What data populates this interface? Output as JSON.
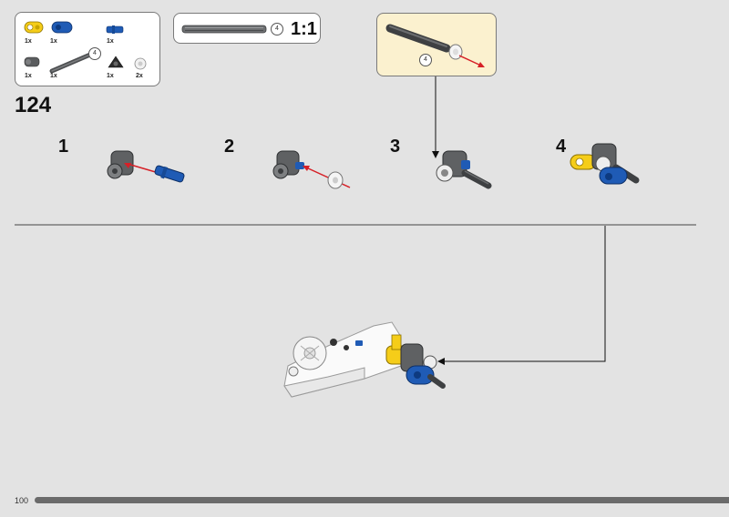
{
  "step": "124",
  "page": "100",
  "parts_list": [
    {
      "name": "yellow-connector",
      "qty": "1x",
      "color": "#f5cd19"
    },
    {
      "name": "blue-connector",
      "qty": "1x",
      "color": "#1f5bb5"
    },
    {
      "name": "blue-pin",
      "qty": "1x",
      "color": "#1f5bb5"
    },
    {
      "name": "dark-grey-bush",
      "qty": "1x",
      "color": "#5a5c5e"
    },
    {
      "name": "axle-4",
      "qty": "1x",
      "color": "#5a5c5e",
      "length_label": "4"
    },
    {
      "name": "black-connector",
      "qty": "1x",
      "color": "#2b2b2b"
    },
    {
      "name": "white-bush",
      "qty": "2x",
      "color": "#f2f2f2"
    }
  ],
  "scale_callout": {
    "axle_length": "4",
    "scale": "1:1"
  },
  "subassembly_callout": {
    "axle_length": "4"
  },
  "substeps": [
    "1",
    "2",
    "3",
    "4"
  ],
  "colors": {
    "background": "#e3e3e3",
    "callout_bg": "#fbf1cf",
    "arrow_red": "#d62027",
    "progress_bar": "#6b6b6b"
  }
}
